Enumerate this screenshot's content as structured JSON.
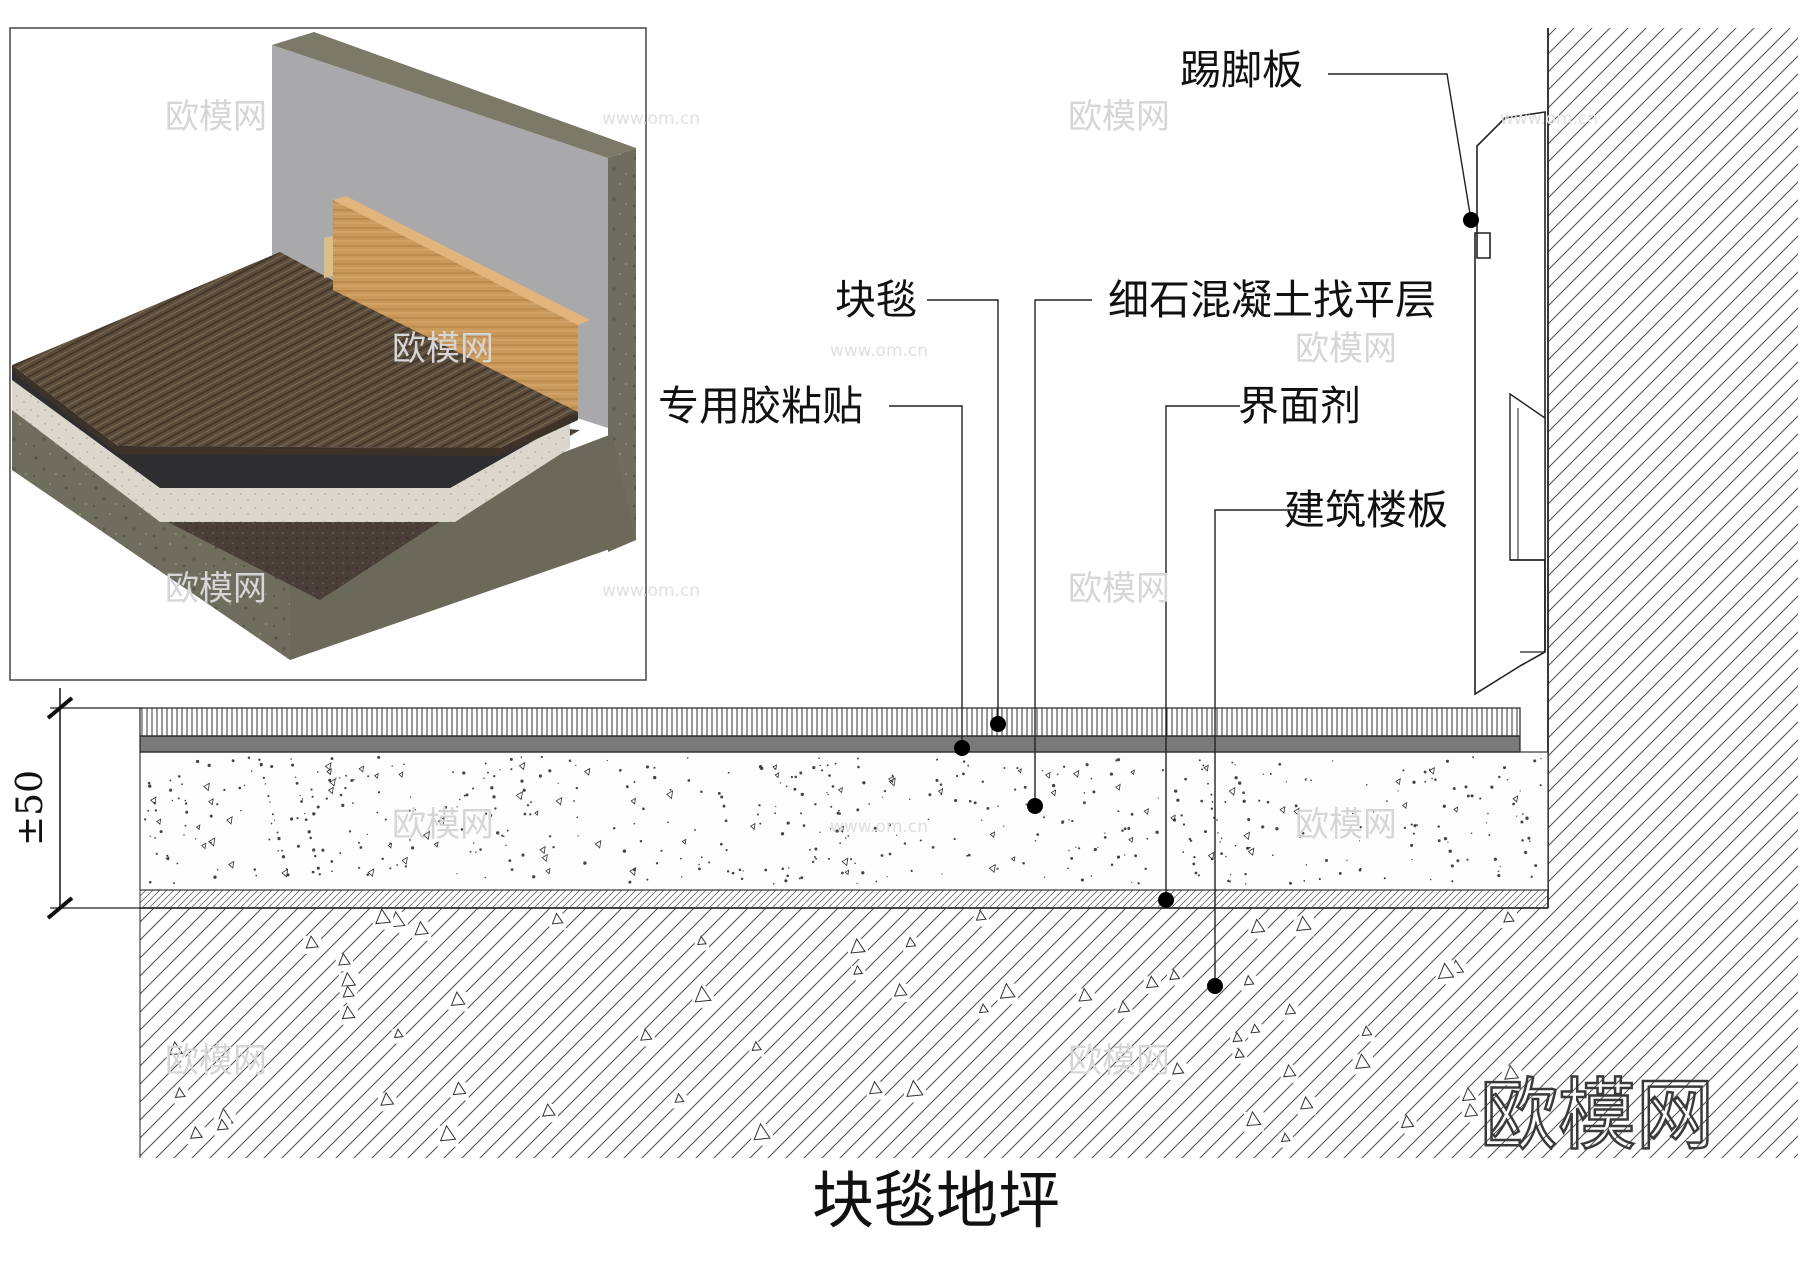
{
  "title": "块毯地坪",
  "dimension": "±50",
  "labels": {
    "skirting": "踢脚板",
    "carpet": "块毯",
    "screed": "细石混凝土找平层",
    "adhesive": "专用胶粘贴",
    "interface_agent": "界面剂",
    "slab": "建筑楼板"
  },
  "watermark": {
    "brand": "欧模网",
    "url": "www.om.cn"
  }
}
